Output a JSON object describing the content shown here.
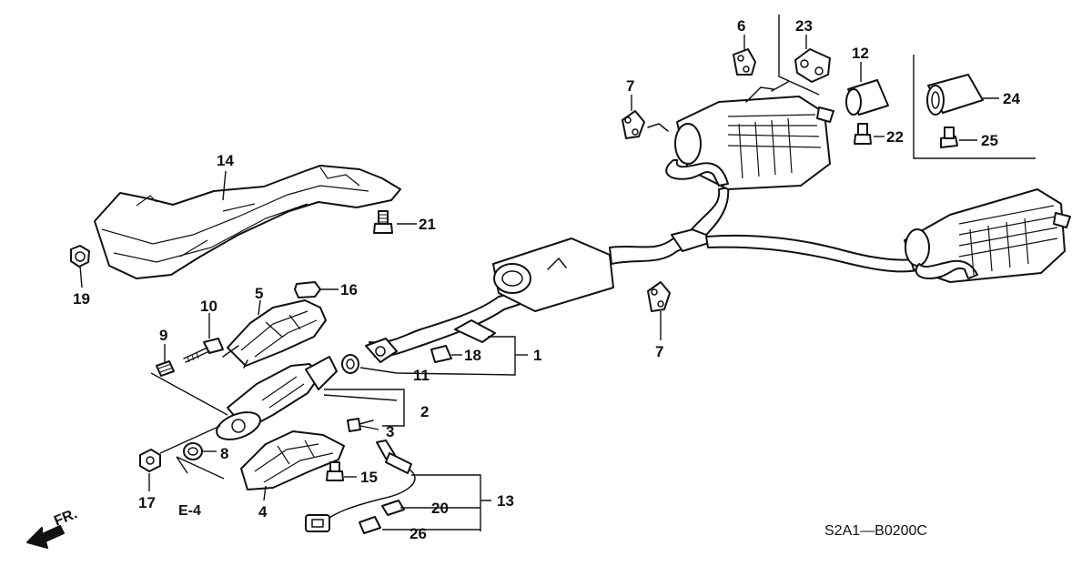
{
  "diagram_code": "S2A1—B0200C",
  "front_arrow_label": "FR.",
  "reference_label": "E-4",
  "callouts": {
    "c1": "1",
    "c2": "2",
    "c3": "3",
    "c4": "4",
    "c5": "5",
    "c6": "6",
    "c7a": "7",
    "c7b": "7",
    "c8": "8",
    "c9": "9",
    "c10": "10",
    "c11": "11",
    "c12": "12",
    "c13": "13",
    "c14": "14",
    "c15": "15",
    "c16": "16",
    "c17": "17",
    "c18": "18",
    "c19": "19",
    "c20": "20",
    "c21": "21",
    "c22": "22",
    "c23": "23",
    "c24": "24",
    "c25": "25",
    "c26": "26"
  }
}
